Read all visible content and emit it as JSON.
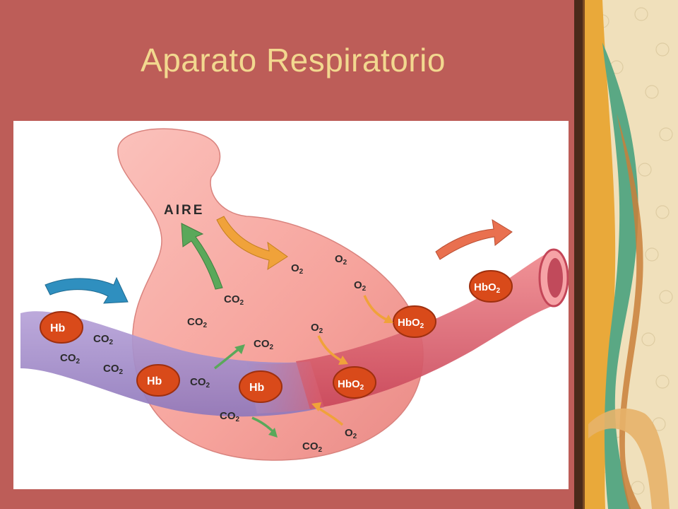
{
  "slide": {
    "title": "Aparato Respiratorio"
  },
  "diagram": {
    "air_label": "AIRE",
    "labels": {
      "o2": "O",
      "co2": "CO",
      "sub2": "2",
      "hb": "Hb",
      "hbo2": "HbO",
      "hbo2_sub": "2"
    },
    "colors": {
      "alveolus": "#f7a6a0",
      "vein": "#a48ec8",
      "artery": "#e1606a",
      "red_cell": "#d94a1a",
      "arrow_green": "#5aa85a",
      "arrow_orange": "#f0a23a",
      "arrow_blue": "#2f8fbf",
      "arrow_red": "#e9704f"
    }
  },
  "decoration": {
    "border_colors": [
      "#f3e5c4",
      "#e9a93a",
      "#5aa884",
      "#c97f3a",
      "#4a2a1a"
    ]
  }
}
